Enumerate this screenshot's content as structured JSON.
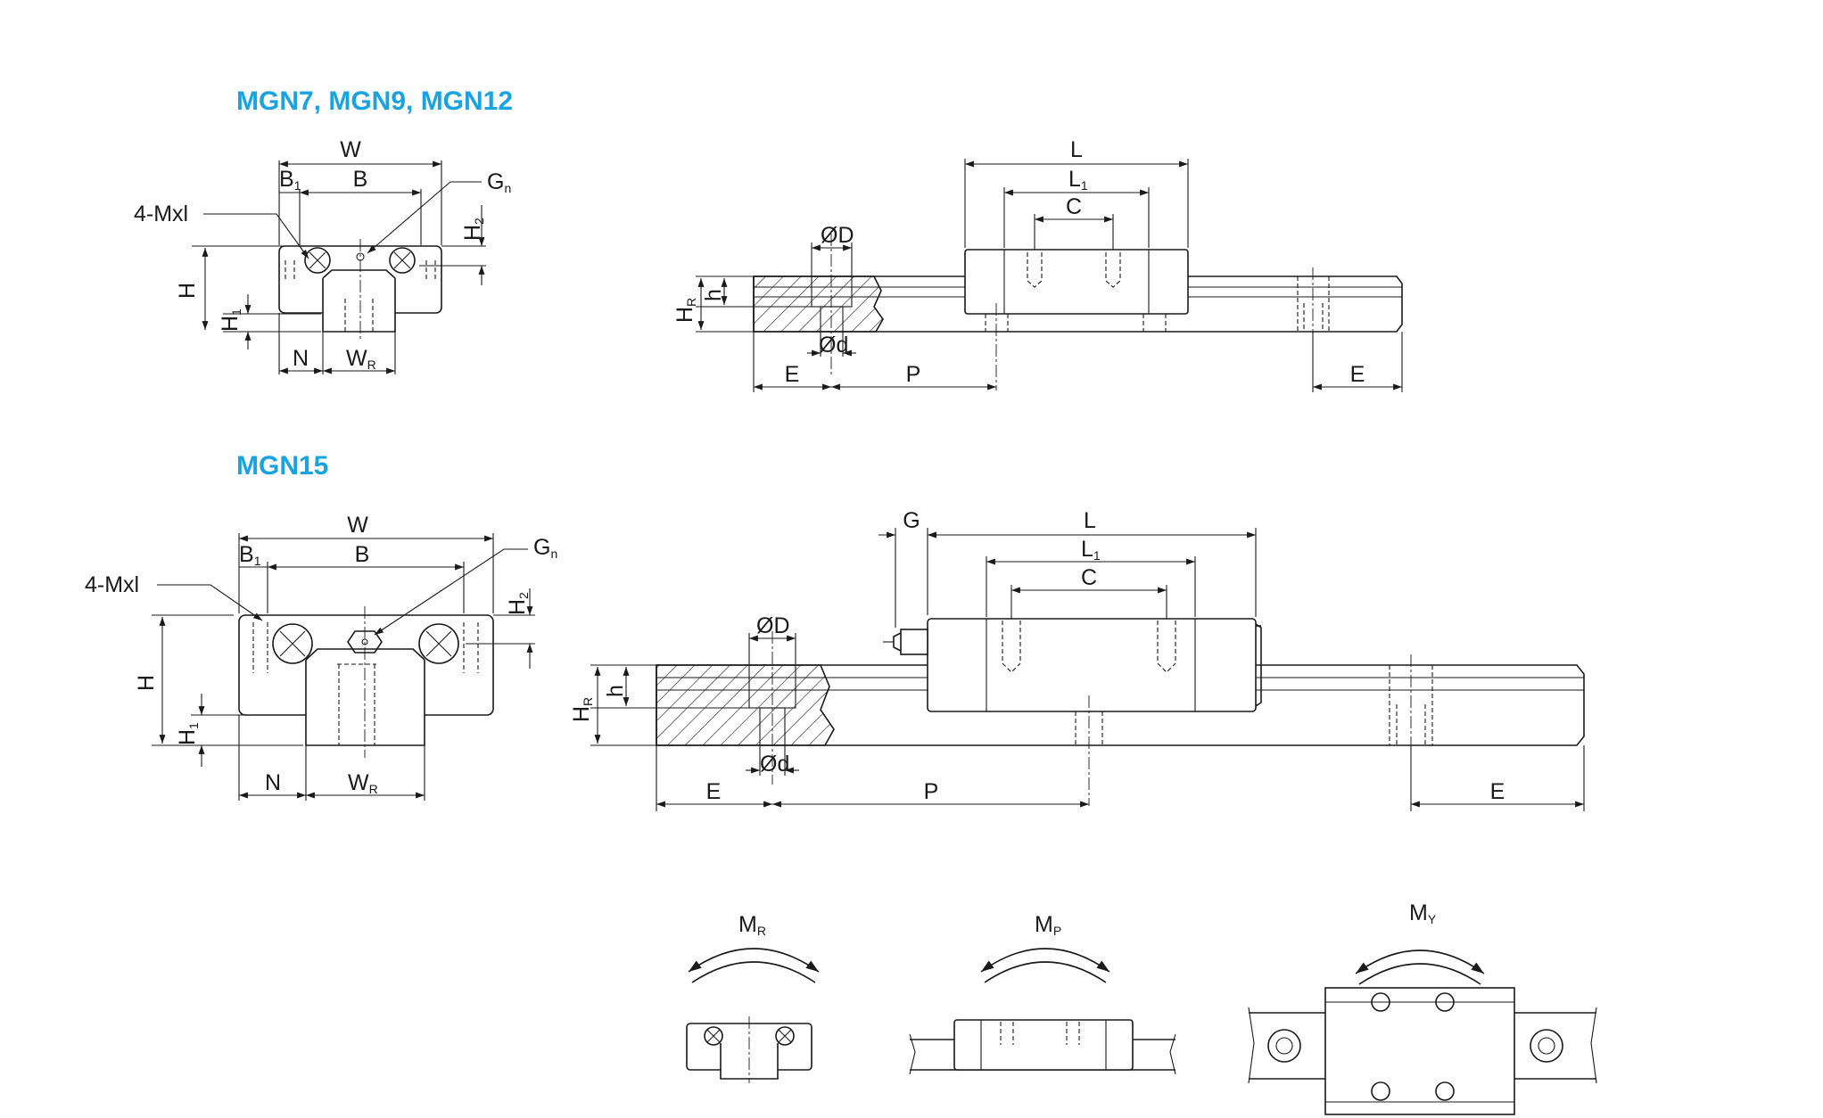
{
  "titles": {
    "small_series": "MGN7, MGN9, MGN12",
    "large_series": "MGN15"
  },
  "labels": {
    "W": "W",
    "B": "B",
    "B1": "B",
    "B1_sub": "1",
    "Gn": "G",
    "Gn_sub": "n",
    "mount": "4-Mxl",
    "H": "H",
    "H1": "H",
    "H1_sub": "1",
    "H2": "H",
    "H2_sub": "2",
    "N": "N",
    "WR": "W",
    "WR_sub": "R",
    "L": "L",
    "L1": "L",
    "L1_sub": "1",
    "C": "C",
    "G": "G",
    "D": "ØD",
    "d": "Ød",
    "h": "h",
    "HR": "H",
    "HR_sub": "R",
    "E": "E",
    "P": "P"
  },
  "moments": [
    {
      "name": "M",
      "sub": "R"
    },
    {
      "name": "M",
      "sub": "P"
    },
    {
      "name": "M",
      "sub": "Y"
    }
  ],
  "colors": {
    "title": "#1aa3e0",
    "line": "#1a1a1a"
  }
}
